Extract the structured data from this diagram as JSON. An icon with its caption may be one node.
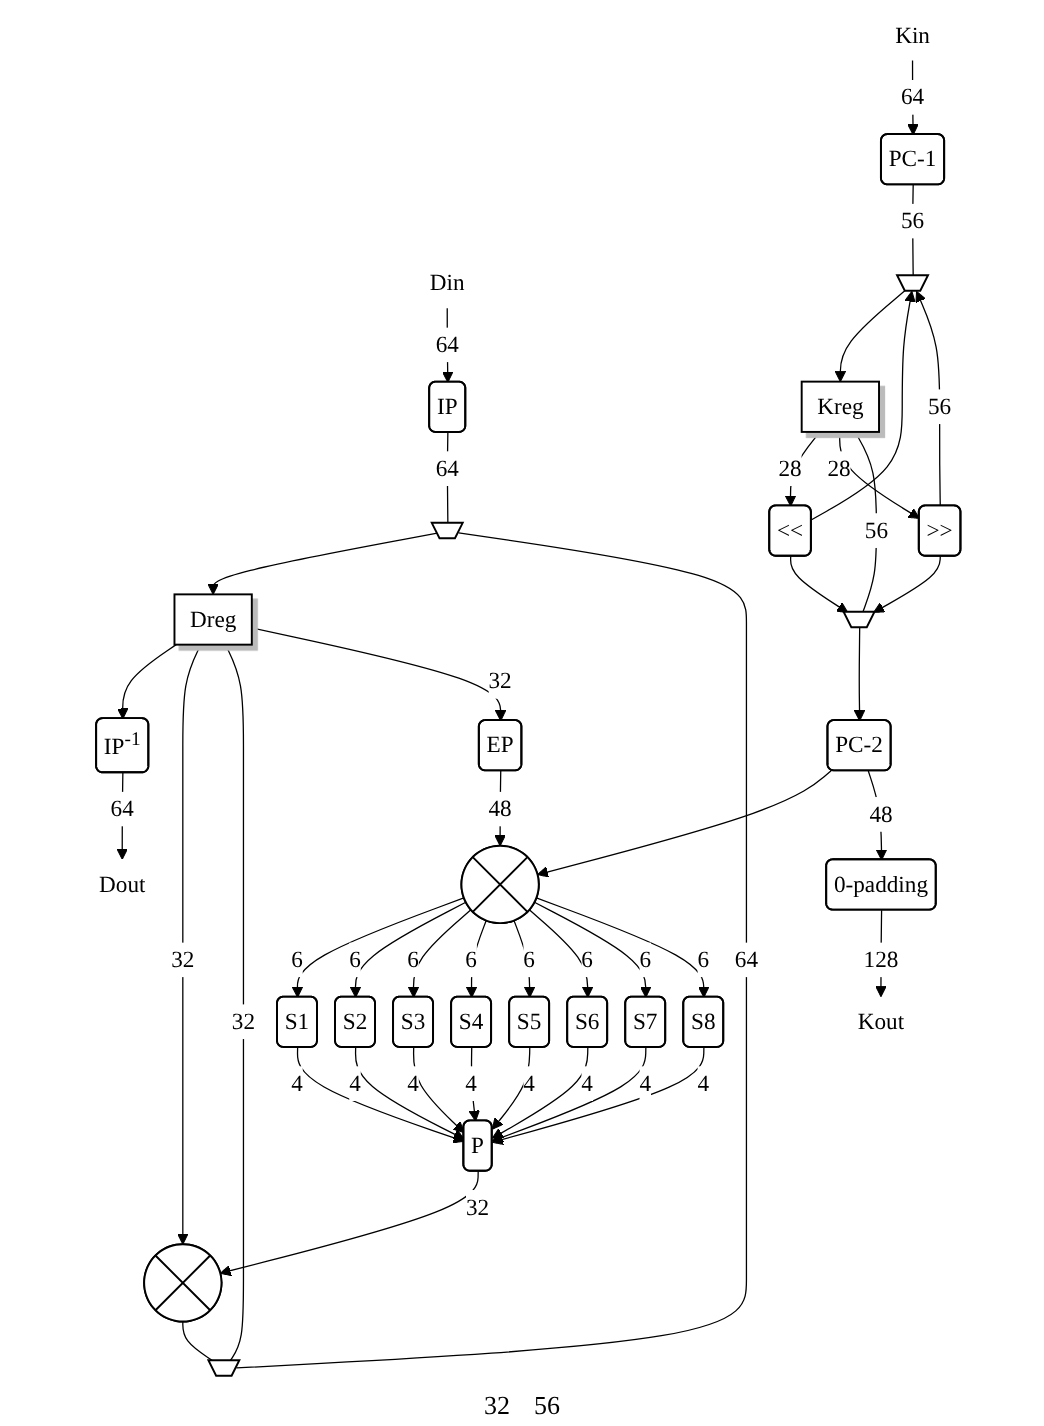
{
  "diagram": {
    "nodes": [
      {
        "text": [
          "Din"
        ]
      },
      {
        "text": [
          "IP"
        ]
      },
      {
        "text": [],
        "shape": "trapezoid"
      },
      {
        "text": [
          "Dreg"
        ]
      },
      {
        "text": [
          "IP$^{-1}$"
        ]
      },
      {
        "text": [
          "Dout"
        ]
      },
      {
        "text": [
          "EP"
        ]
      },
      {
        "text": [],
        "shape": "circle"
      },
      {
        "text": [
          "S1"
        ]
      },
      {
        "text": [
          "S2"
        ]
      },
      {
        "text": [
          "S3"
        ]
      },
      {
        "text": [
          "S4"
        ]
      },
      {
        "text": [
          "S5"
        ]
      },
      {
        "text": [
          "S6"
        ]
      },
      {
        "text": [
          "S7"
        ]
      },
      {
        "text": [
          "S8"
        ]
      },
      {
        "text": [
          "P"
        ]
      },
      {
        "text": [],
        "shape": "circle"
      },
      {
        "text": [],
        "shape": "trapezoid"
      },
      {
        "text": [
          "Kin"
        ]
      },
      {
        "text": [
          "PC-1"
        ]
      },
      {
        "text": [],
        "shape": "trapezoid"
      },
      {
        "text": [
          "Kreg"
        ]
      },
      {
        "text": [
          "<<"
        ]
      },
      {
        "text": [
          ">>"
        ]
      },
      {
        "text": [],
        "shape": "trapezoid"
      },
      {
        "text": [
          "PC-2"
        ]
      },
      {
        "text": [
          "0-padding"
        ]
      },
      {
        "text": [
          "Kout"
        ]
      }
    ],
    "edges": [
      {
        "from": 0,
        "to": 1,
        "arrow": "to",
        "label": "64"
      },
      {
        "from": 1,
        "to": 2,
        "arrow": "none",
        "label": "64"
      },
      {
        "from": 18,
        "to": 2,
        "arrow": "none",
        "label": "64"
      },
      {
        "from": 2,
        "to": 3,
        "arrow": "to"
      },
      {
        "from": 3,
        "to": 4,
        "arrow": "to"
      },
      {
        "from": 4,
        "to": 5,
        "arrow": "to",
        "label": "64"
      },
      {
        "from": 3,
        "to": 17,
        "arrow": "to",
        "label": "32"
      },
      {
        "from": 3,
        "to": 18,
        "arrow": "none",
        "label": "32"
      },
      {
        "from": 3,
        "to": 6,
        "arrow": "to",
        "label": "32"
      },
      {
        "from": 6,
        "to": 7,
        "arrow": "to",
        "label": "48"
      },
      {
        "from": 7,
        "to": 8,
        "arrow": "to",
        "label": "6"
      },
      {
        "from": 7,
        "to": 9,
        "arrow": "to",
        "label": "6"
      },
      {
        "from": 7,
        "to": 10,
        "arrow": "to",
        "label": "6"
      },
      {
        "from": 7,
        "to": 11,
        "arrow": "to",
        "label": "6"
      },
      {
        "from": 7,
        "to": 12,
        "arrow": "to",
        "label": "6"
      },
      {
        "from": 7,
        "to": 13,
        "arrow": "to",
        "label": "6"
      },
      {
        "from": 7,
        "to": 14,
        "arrow": "to",
        "label": "6"
      },
      {
        "from": 7,
        "to": 15,
        "arrow": "to",
        "label": "6"
      },
      {
        "from": 8,
        "to": 16,
        "arrow": "to",
        "label": "4"
      },
      {
        "from": 9,
        "to": 16,
        "arrow": "to",
        "label": "4"
      },
      {
        "from": 10,
        "to": 16,
        "arrow": "to",
        "label": "4"
      },
      {
        "from": 11,
        "to": 16,
        "arrow": "to",
        "label": "4"
      },
      {
        "from": 12,
        "to": 16,
        "arrow": "to",
        "label": "4"
      },
      {
        "from": 13,
        "to": 16,
        "arrow": "to",
        "label": "4"
      },
      {
        "from": 14,
        "to": 16,
        "arrow": "to",
        "label": "4"
      },
      {
        "from": 15,
        "to": 16,
        "arrow": "to",
        "label": "4"
      },
      {
        "from": 16,
        "to": 17,
        "arrow": "to",
        "label": "32"
      },
      {
        "from": 17,
        "to": 18,
        "arrow": "none"
      },
      {
        "from": 19,
        "to": 20,
        "arrow": "to",
        "label": "64"
      },
      {
        "from": 20,
        "to": 21,
        "arrow": "none",
        "label": "56"
      },
      {
        "from": 21,
        "to": 22,
        "arrow": "to"
      },
      {
        "from": 22,
        "to": 23,
        "arrow": "to",
        "label": "28"
      },
      {
        "from": 22,
        "to": 24,
        "arrow": "to",
        "label": "28"
      },
      {
        "from": 22,
        "to": 25,
        "arrow": "none",
        "label": "56"
      },
      {
        "from": 23,
        "to": 25,
        "arrow": "to"
      },
      {
        "from": 24,
        "to": 25,
        "arrow": "to"
      },
      {
        "from": 23,
        "to": 21,
        "arrow": "to"
      },
      {
        "from": 24,
        "to": 21,
        "arrow": "to",
        "label": "56"
      },
      {
        "from": 25,
        "to": 26,
        "arrow": "to"
      },
      {
        "from": 26,
        "to": 7,
        "arrow": "to"
      },
      {
        "from": 26,
        "to": 27,
        "arrow": "to",
        "label": "48"
      },
      {
        "from": 27,
        "to": 28,
        "arrow": "to",
        "label": "128"
      }
    ],
    "labels": [
      "32",
      "56"
    ]
  }
}
